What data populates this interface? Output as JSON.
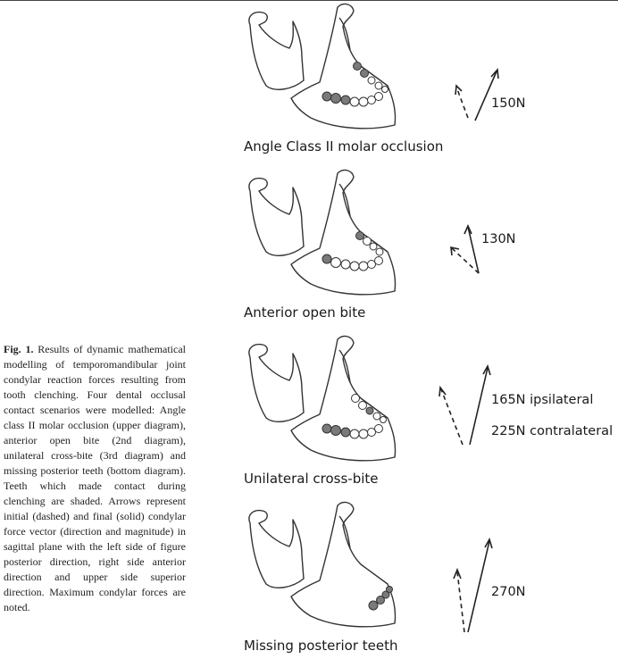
{
  "caption": {
    "label": "Fig. 1.",
    "text": "Results of dynamic mathematical modelling of temporomandibular joint condylar reaction forces resulting from tooth clenching. Four dental occlusal contact scenarios were modelled: Angle class II molar occlusion (upper diagram), anterior open bite (2nd diagram), unilateral cross-bite (3rd diagram) and missing posterior teeth (bottom diagram). Teeth which made contact during clenching are shaded. Arrows represent initial (dashed) and final (solid) condylar force vector (direction and magnitude) in sagittal plane with the left side of figure posterior direction, right side anterior direction and upper side superior direction. Maximum condylar forces are noted."
  },
  "panels": [
    {
      "title": "Angle Class II molar occlusion",
      "forces": [
        "150N"
      ]
    },
    {
      "title": "Anterior open bite",
      "forces": [
        "130N"
      ]
    },
    {
      "title": "Unilateral cross-bite",
      "forces": [
        "165N ipsilateral",
        "225N contralateral"
      ]
    },
    {
      "title": "Missing posterior teeth",
      "forces": [
        "270N"
      ]
    }
  ],
  "colors": {
    "line": "#333333",
    "shaded_tooth": "#7a7a7a",
    "open_tooth": "#ffffff"
  }
}
